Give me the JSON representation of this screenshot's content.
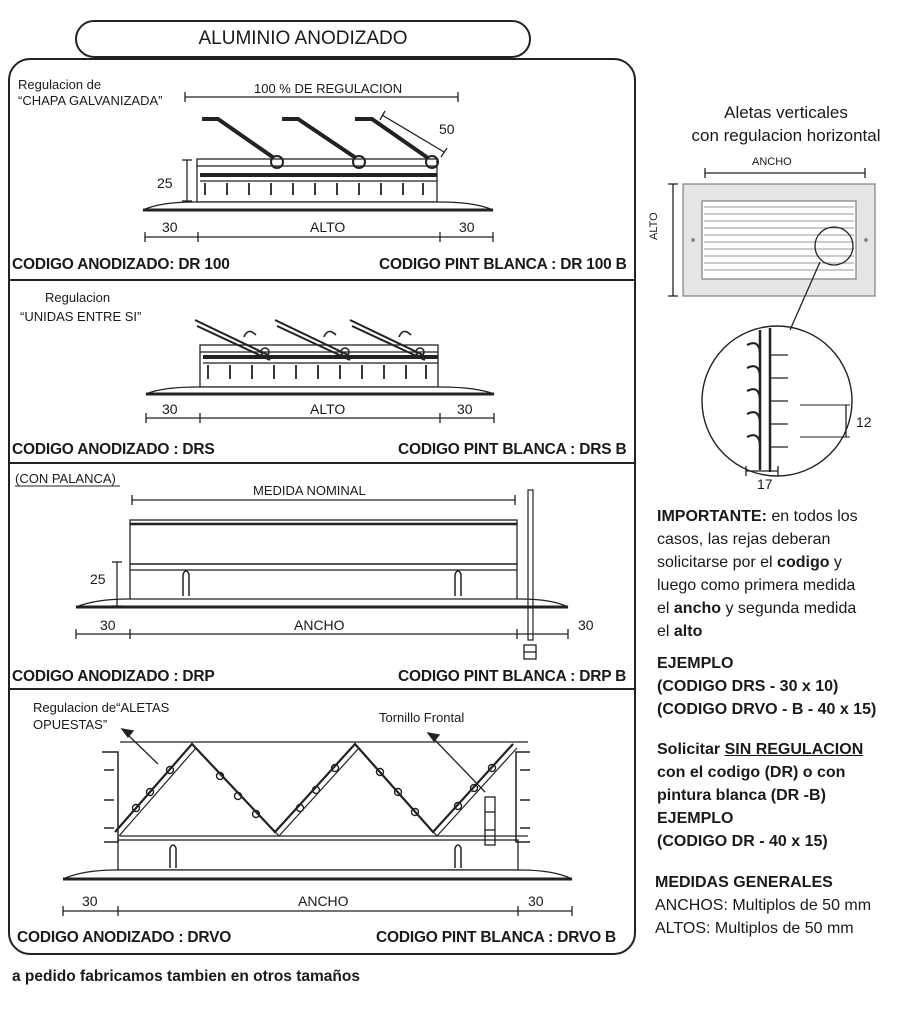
{
  "header": {
    "title": "ALUMINIO ANODIZADO"
  },
  "panel1": {
    "note_line1": "Regulacion de",
    "note_line2": "“CHAPA GALVANIZADA”",
    "reg_label": "100 % DE REGULACION",
    "dim_50": "50",
    "dim_25": "25",
    "dim_left": "30",
    "dim_center": "ALTO",
    "dim_right": "30",
    "code_anod": "CODIGO ANODIZADO: DR 100",
    "code_pint": "CODIGO PINT BLANCA : DR 100 B"
  },
  "panel2": {
    "note_line1": "Regulacion",
    "note_line2": "“UNIDAS ENTRE SI”",
    "dim_left": "30",
    "dim_center": "ALTO",
    "dim_right": "30",
    "code_anod": "CODIGO ANODIZADO : DRS",
    "code_pint": "CODIGO PINT BLANCA : DRS B"
  },
  "panel3": {
    "note": "(CON PALANCA)",
    "nominal_label": "MEDIDA NOMINAL",
    "dim_25": "25",
    "dim_left": "30",
    "dim_center": "ANCHO",
    "dim_right": "30",
    "code_anod": "CODIGO ANODIZADO : DRP",
    "code_pint": "CODIGO PINT BLANCA : DRP B"
  },
  "panel4": {
    "note_line1": "Regulacion de“ALETAS",
    "note_line2": "OPUESTAS”",
    "screw_label": "Tornillo Frontal",
    "dim_left": "30",
    "dim_center": "ANCHO",
    "dim_right": "30",
    "code_anod": "CODIGO ANODIZADO : DRVO",
    "code_pint": "CODIGO PINT BLANCA : DRVO B"
  },
  "grille": {
    "title_line1": "Aletas verticales",
    "title_line2": "con regulacion horizontal",
    "width_label": "ANCHO",
    "height_label": "ALTO",
    "dim_12": "12",
    "dim_17": "17"
  },
  "important": {
    "lead": "IMPORTANTE:",
    "t1": " en todos los",
    "t2": "casos, las rejas deberan",
    "t3": "solicitarse por el ",
    "t3b": "codigo",
    "t3c": " y",
    "t4": "luego como primera medida",
    "t5": "el ",
    "t5b": "ancho",
    "t5c": " y segunda medida",
    "t6": "el ",
    "t6b": "alto"
  },
  "example1": {
    "title": "EJEMPLO",
    "line1": "(CODIGO DRS - 30 x 10)",
    "line2": "(CODIGO DRVO - B - 40 x 15)"
  },
  "no_reg": {
    "l1a": "Solicitar ",
    "l1b": "SIN REGULACION",
    "l2": "con el codigo (DR) o con",
    "l3": "pintura blanca (DR -B)",
    "l4": "EJEMPLO",
    "l5": "(CODIGO DR - 40 x 15)"
  },
  "general": {
    "title": "MEDIDAS GENERALES",
    "widths": "ANCHOS: Multiplos de 50 mm",
    "heights": "ALTOS: Multiplos de 50 mm"
  },
  "footer": {
    "text": "a pedido fabricamos tambien en otros tamaños"
  },
  "colors": {
    "line": "#222222",
    "grille_fill": "#e6e6e6"
  }
}
